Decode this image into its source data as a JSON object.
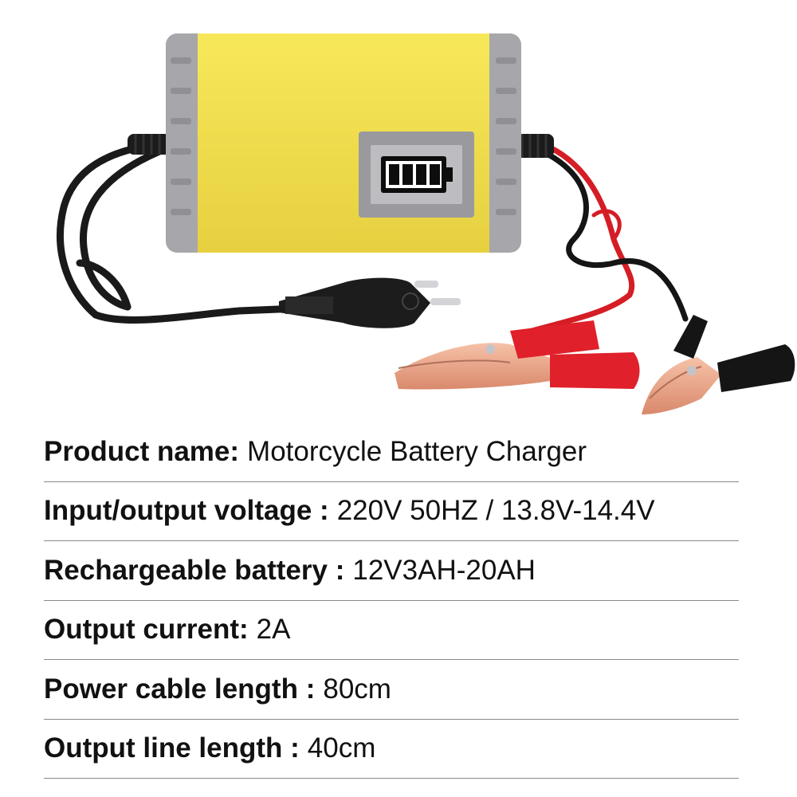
{
  "product": {
    "name": "Motorcycle Battery Charger",
    "body_color": "#f3e04c",
    "frame_color": "#a7a7ab",
    "icons": [
      "battery-level-icon",
      "eu-plug-icon",
      "red-clamp-icon",
      "black-clamp-icon"
    ]
  },
  "specs": [
    {
      "label": "Product name:",
      "value": "Motorcycle Battery Charger"
    },
    {
      "label": "Input/output voltage :",
      "value": "220V 50HZ / 13.8V-14.4V"
    },
    {
      "label": "Rechargeable battery :",
      "value": "12V3AH-20AH"
    },
    {
      "label": "Output current:",
      "value": "2A"
    },
    {
      "label": "Power cable length :",
      "value": "80cm"
    },
    {
      "label": "Output line length :",
      "value": "40cm"
    }
  ]
}
